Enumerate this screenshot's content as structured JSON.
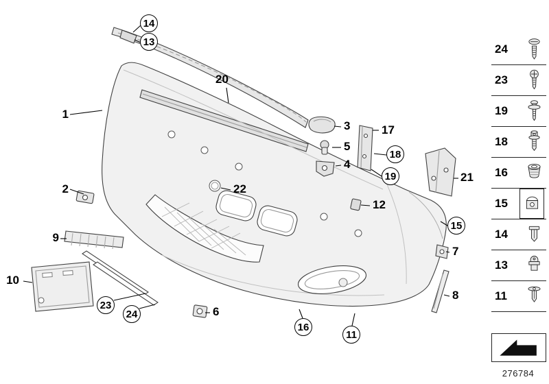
{
  "figure": {
    "part_number": "276784"
  },
  "callouts": {
    "n1": "1",
    "n2": "2",
    "n3": "3",
    "n4": "4",
    "n5": "5",
    "n6": "6",
    "n7": "7",
    "n8": "8",
    "n9": "9",
    "n10": "10",
    "n11": "11",
    "n12": "12",
    "n13": "13",
    "n14": "14",
    "n15": "15",
    "n16": "16",
    "n17": "17",
    "n18": "18",
    "n19": "19",
    "n20": "20",
    "n21": "21",
    "n22": "22",
    "n23": "23",
    "n24": "24"
  },
  "legend": {
    "rows": [
      {
        "label": "24",
        "icon": "pan-head-screw-icon"
      },
      {
        "label": "23",
        "icon": "round-head-screw-icon"
      },
      {
        "label": "19",
        "icon": "screw-with-washer-icon"
      },
      {
        "label": "18",
        "icon": "torx-screw-with-washer-icon"
      },
      {
        "label": "16",
        "icon": "plastic-nut-icon"
      },
      {
        "label": "15",
        "icon": "clip-nut-icon"
      },
      {
        "label": "14",
        "icon": "expanding-nut-icon"
      },
      {
        "label": "13",
        "icon": "grommet-nut-icon"
      },
      {
        "label": "11",
        "icon": "expansion-rivet-icon"
      }
    ],
    "travel_direction_icon": "direction-arrow-icon"
  },
  "colors": {
    "line": "#3f3f3f",
    "leader": "#000000",
    "part_fill": "#f1f1f1",
    "background": "#ffffff"
  }
}
